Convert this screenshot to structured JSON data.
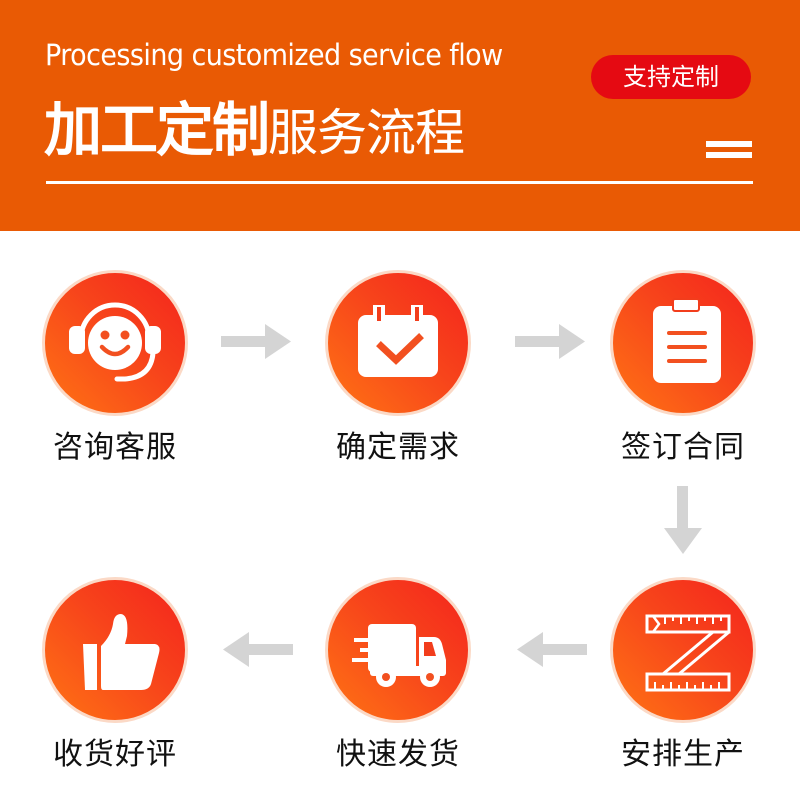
{
  "header": {
    "subtitle": "Processing customized service flow",
    "title_bold": "加工定制",
    "title_light": "服务流程",
    "badge": "支持定制",
    "colors": {
      "background": "#e95a04",
      "badge": "#e50a12",
      "text": "#ffffff"
    }
  },
  "steps": [
    {
      "label": "咨询客服",
      "icon": "customer-service-headset-icon"
    },
    {
      "label": "确定需求",
      "icon": "calendar-check-icon"
    },
    {
      "label": "签订合同",
      "icon": "clipboard-contract-icon"
    },
    {
      "label": "安排生产",
      "icon": "ruler-z-icon"
    },
    {
      "label": "快速发货",
      "icon": "delivery-truck-icon"
    },
    {
      "label": "收货好评",
      "icon": "thumbs-up-icon"
    }
  ],
  "flow_arrows": [
    "right",
    "right",
    "down",
    "left",
    "left"
  ],
  "colors": {
    "circle_gradient_start": "#f4241c",
    "circle_gradient_end": "#ff7414",
    "circle_border": "#fbd9c6",
    "arrow": "#d4d4d4",
    "label_text": "#111111"
  }
}
